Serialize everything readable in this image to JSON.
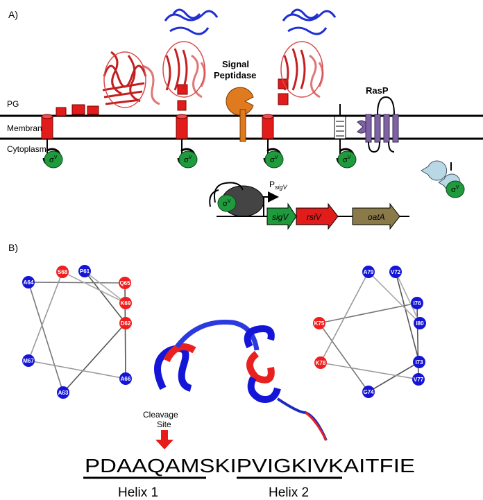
{
  "panel_a": {
    "label": "A)",
    "layers": {
      "pg": "PG",
      "membrane": "Membrane",
      "cytoplasm": "Cytoplasm"
    },
    "signal_peptidase": [
      "Signal",
      "Peptidase"
    ],
    "rasp": "RasP",
    "sigma": "σ",
    "sigma_sup": "V",
    "promoter": {
      "main": "P",
      "sub": "sigV"
    },
    "genes": [
      "sigV",
      "rsiV",
      "oatA"
    ],
    "colors": {
      "rsiv": "#e21b1b",
      "sigma": "#1f9a3c",
      "peptidase": "#e07a1f",
      "rasp": "#7e62a3",
      "oata": "#8a7a4a",
      "protein_red": "#c41f1f",
      "protein_blue": "#1f2fd1",
      "clp": "#b8d8e6"
    }
  },
  "panel_b": {
    "label": "B)",
    "wheel_left": [
      "P61",
      "D62",
      "A63",
      "A64",
      "Q65",
      "A66",
      "M67",
      "S68",
      "K69"
    ],
    "wheel_right": [
      "V72",
      "I73",
      "G74",
      "K75",
      "I76",
      "V77",
      "K78",
      "A79",
      "I80"
    ],
    "cleavage": [
      "Cleavage",
      "Site"
    ],
    "sequence": "PDAAQAMSKIPVIGKIVKAITFIE",
    "helix1": "Helix 1",
    "helix2": "Helix 2",
    "colors": {
      "polar": "#f01f1f",
      "hydrophobic": "#1515d8",
      "arrow": "#e81a1a"
    }
  }
}
